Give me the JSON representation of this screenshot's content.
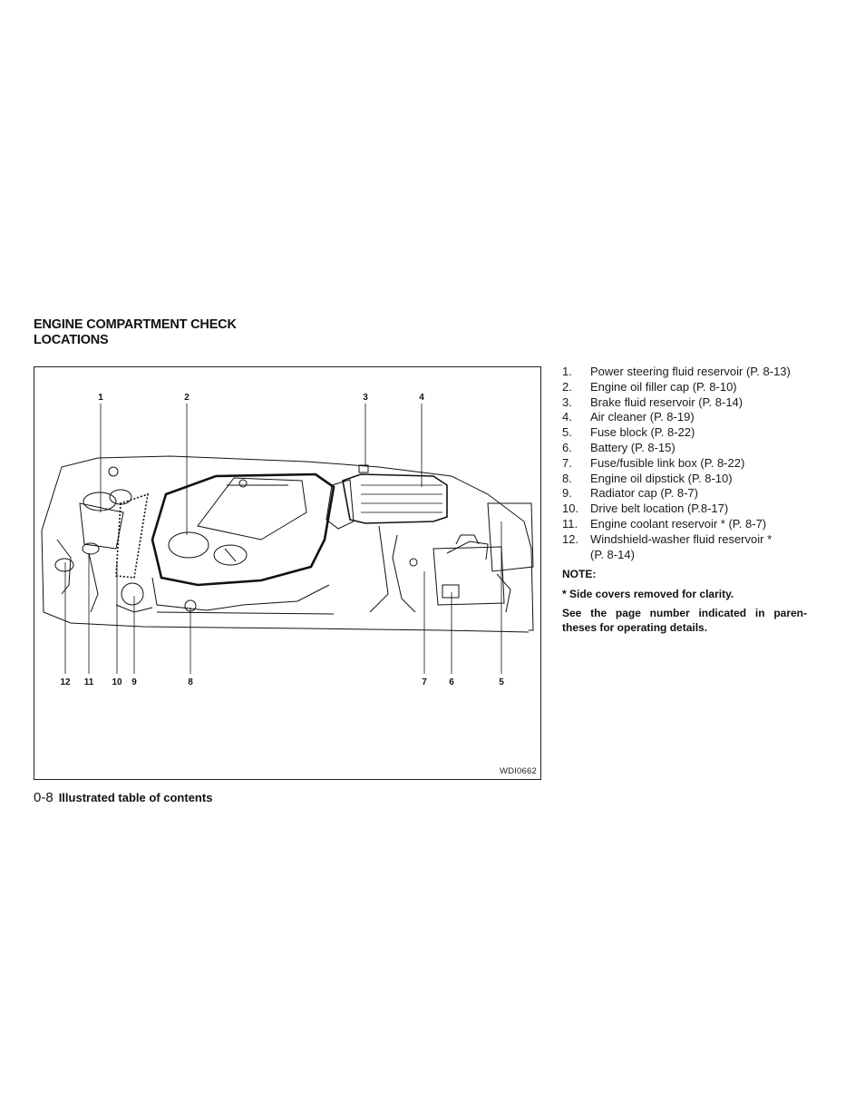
{
  "section": {
    "title_line1": "ENGINE COMPARTMENT CHECK",
    "title_line2": "LOCATIONS"
  },
  "figure": {
    "id": "WDI0662",
    "callouts": [
      "1",
      "2",
      "3",
      "4",
      "12",
      "11",
      "10",
      "9",
      "8",
      "7",
      "6",
      "5"
    ]
  },
  "legend": [
    {
      "num": "1.",
      "text": "Power steering fluid reservoir (P. 8-13)"
    },
    {
      "num": "2.",
      "text": "Engine oil filler cap (P. 8-10)"
    },
    {
      "num": "3.",
      "text": "Brake fluid reservoir (P. 8-14)"
    },
    {
      "num": "4.",
      "text": "Air cleaner (P. 8-19)"
    },
    {
      "num": "5.",
      "text": "Fuse block (P. 8-22)"
    },
    {
      "num": "6.",
      "text": "Battery (P. 8-15)"
    },
    {
      "num": "7.",
      "text": "Fuse/fusible link box (P. 8-22)"
    },
    {
      "num": "8.",
      "text": "Engine oil dipstick (P. 8-10)"
    },
    {
      "num": "9.",
      "text": "Radiator cap (P. 8-7)"
    },
    {
      "num": "10.",
      "text": "Drive belt location (P.8-17)"
    },
    {
      "num": "11.",
      "text": "Engine coolant reservoir * (P. 8-7)"
    },
    {
      "num": "12.",
      "text": "Windshield-washer fluid reservoir *"
    },
    {
      "num": "",
      "text": "(P. 8-14)"
    }
  ],
  "notes": {
    "heading": "NOTE:",
    "line1": "* Side covers removed for clarity.",
    "line2": "See the page number indicated in paren- theses for operating details."
  },
  "footer": {
    "page": "0-8",
    "section": "Illustrated table of contents"
  }
}
